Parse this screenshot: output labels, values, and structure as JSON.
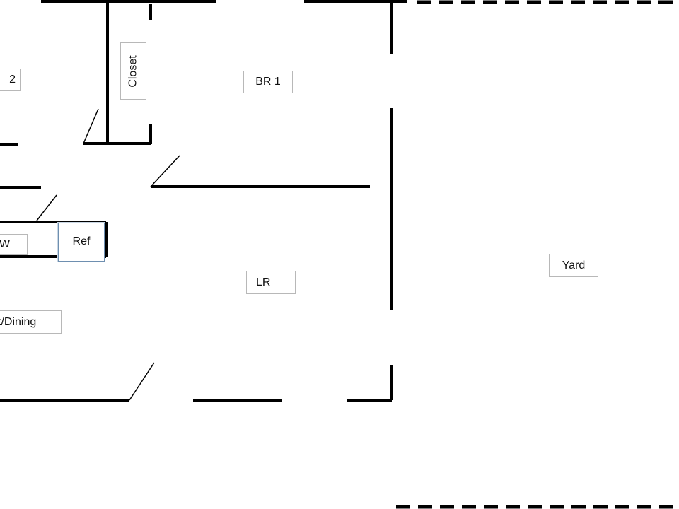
{
  "floor_plan": {
    "rooms": {
      "bedroom_2": "2",
      "closet": "Closet",
      "bedroom_1": "BR 1",
      "dishwasher": "W",
      "refrigerator": "Ref",
      "living_room": "LR",
      "kitchen_dining": "t/Dining",
      "yard": "Yard"
    }
  }
}
